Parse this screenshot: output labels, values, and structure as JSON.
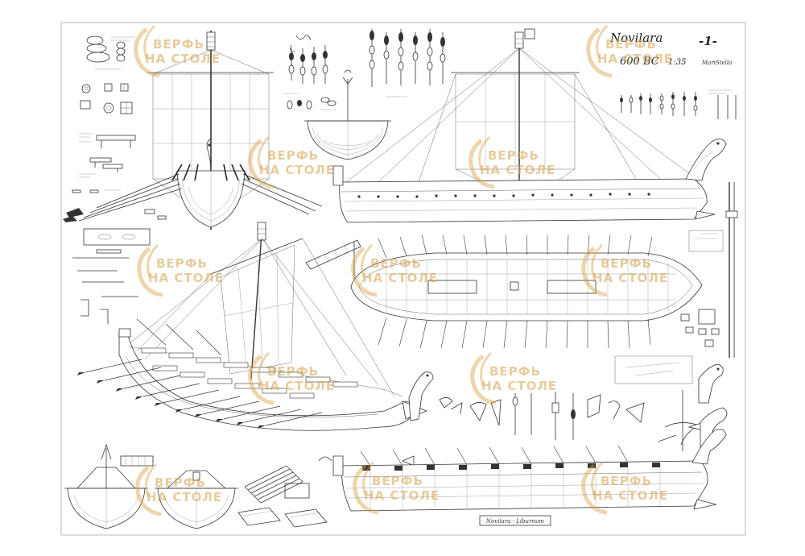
{
  "title_block": {
    "ship_name": "Novilara",
    "sheet_number": "-1-",
    "date": "600 BC",
    "scale": "1:35",
    "author": "MariStella"
  },
  "bottom_caption": "Novilara - Liburnum",
  "watermark": {
    "line1": "ВЕРФЬ",
    "line2": "НА СТОЛЕ",
    "color": "#d6a24c"
  },
  "colors": {
    "ink": "#333333",
    "paper": "#ffffff",
    "border": "#bbbbbb"
  }
}
